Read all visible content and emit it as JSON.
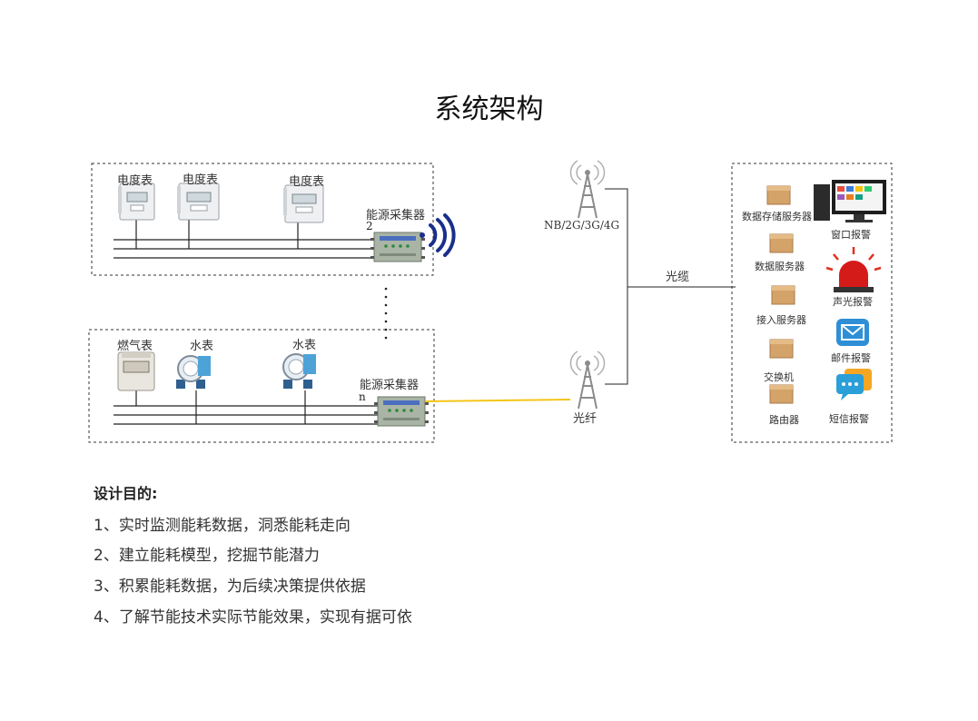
{
  "title": "系统架构",
  "group_top": {
    "meters": [
      "电度表",
      "电度表",
      "电度表"
    ],
    "collector_label": "能源采集器",
    "collector_index": "2"
  },
  "group_bottom": {
    "meters": [
      "燃气表",
      "水表",
      "水表"
    ],
    "collector_label": "能源采集器",
    "collector_index": "n"
  },
  "towers": {
    "wireless_label": "NB/2G/3G/4G",
    "fiber_label": "光纤"
  },
  "trunk_label": "光缆",
  "servers": [
    "数据存储服务器",
    "数据服务器",
    "接入服务器",
    "交换机",
    "路由器"
  ],
  "alarms": [
    "窗口报警",
    "声光报警",
    "邮件报警",
    "短信报警"
  ],
  "goals": {
    "title": "设计目的:",
    "items": [
      "1、实时监测能耗数据，洞悉能耗走向",
      "2、建立能耗模型，挖掘节能潜力",
      "3、积累能耗数据，为后续决策提供依据",
      "4、了解节能技术实际节能效果，实现有据可依"
    ]
  },
  "colors": {
    "fiber": "#f5c518",
    "signal": "#1a2f8a",
    "box": "#d4a36a",
    "alarm_red": "#d51a1a",
    "mail_blue": "#2e8fd6",
    "sms_orange": "#f5a623",
    "sms_blue": "#2a9fd8"
  }
}
